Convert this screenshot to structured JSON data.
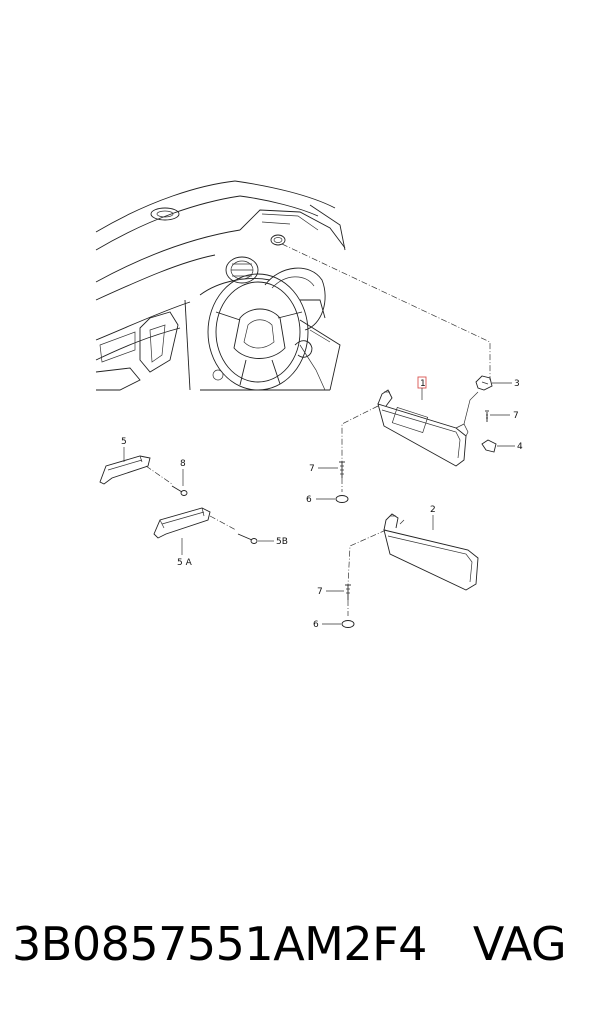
{
  "callouts": {
    "c1": "1",
    "c2": "2",
    "c3": "3",
    "c4": "4",
    "c5": "5",
    "c5a": "5 A",
    "c5b": "5B",
    "c6_upper": "6",
    "c6_lower": "6",
    "c7_left": "7",
    "c7_right": "7",
    "c7_lower": "7",
    "c8": "8"
  },
  "footer": {
    "part_number": "3B0857551AM2F4",
    "brand": "VAG"
  },
  "colors": {
    "highlight_box": "#d9534f",
    "line": "#222222"
  }
}
